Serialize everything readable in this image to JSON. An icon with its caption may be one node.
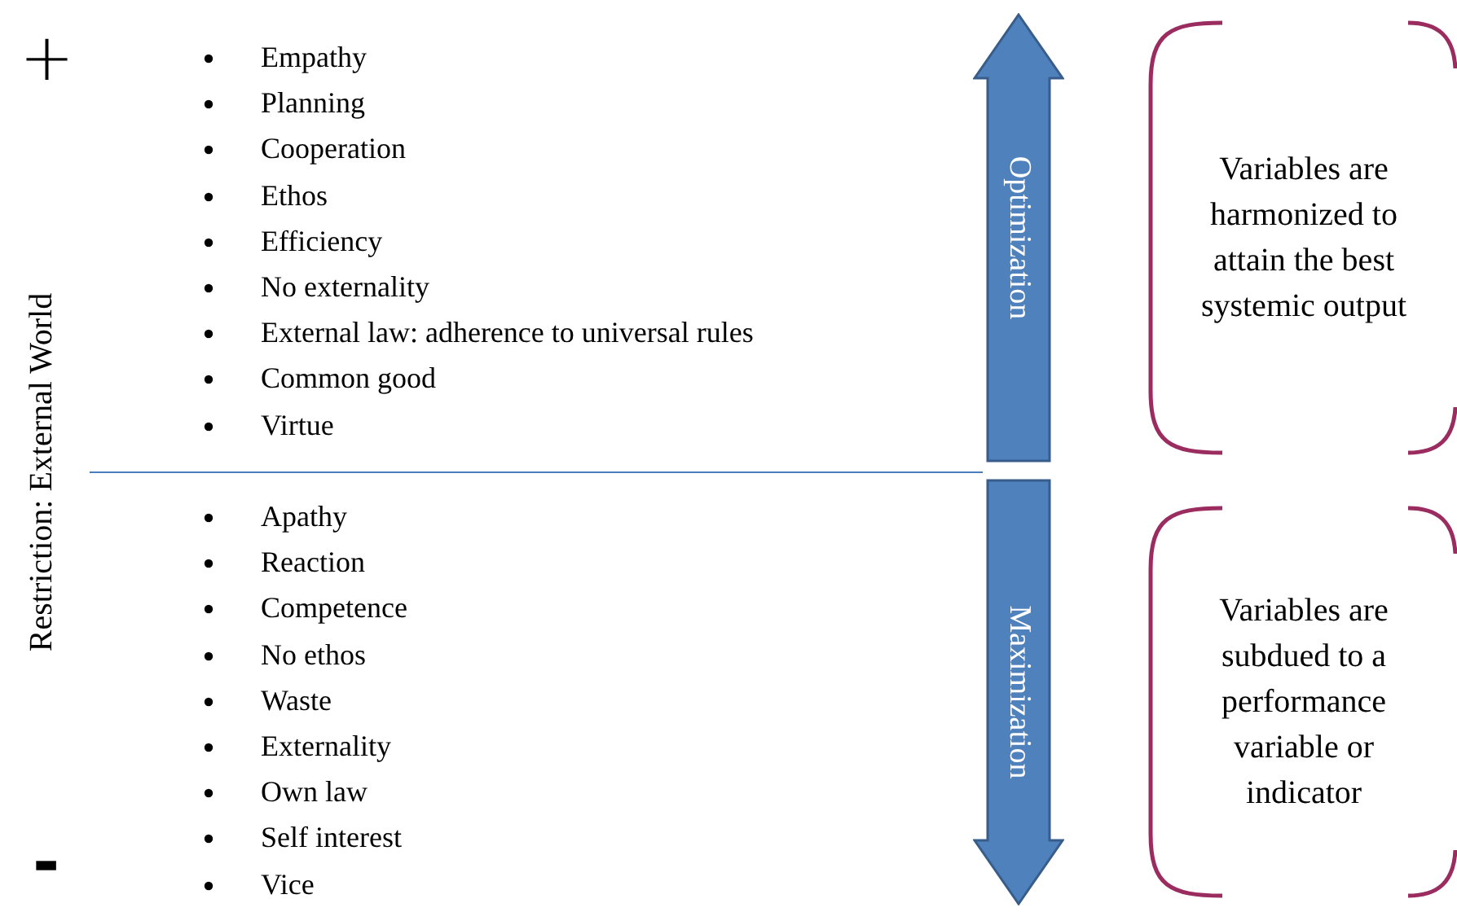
{
  "diagram": {
    "nodes": [
      {
        "text": [
          "Optimization"
        ]
      },
      {
        "text": [
          "Variables are harmonized to attain the best systemic output"
        ]
      },
      {
        "text": [
          "Maximization"
        ]
      },
      {
        "text": [
          "Variables are subdued to a performance variable or indicator"
        ]
      }
    ],
    "labels": [
      "+",
      "Restriction: External World",
      "-",
      "Empathy",
      "Planning",
      "Cooperation",
      "Ethos",
      "Efficiency",
      "No externality",
      "External law: adherence to universal rules",
      "Common good",
      "Virtue",
      "Apathy",
      "Reaction",
      "Competence",
      "No ethos",
      "Waste",
      "Externality",
      "Own law",
      "Self interest",
      "Vice"
    ]
  }
}
